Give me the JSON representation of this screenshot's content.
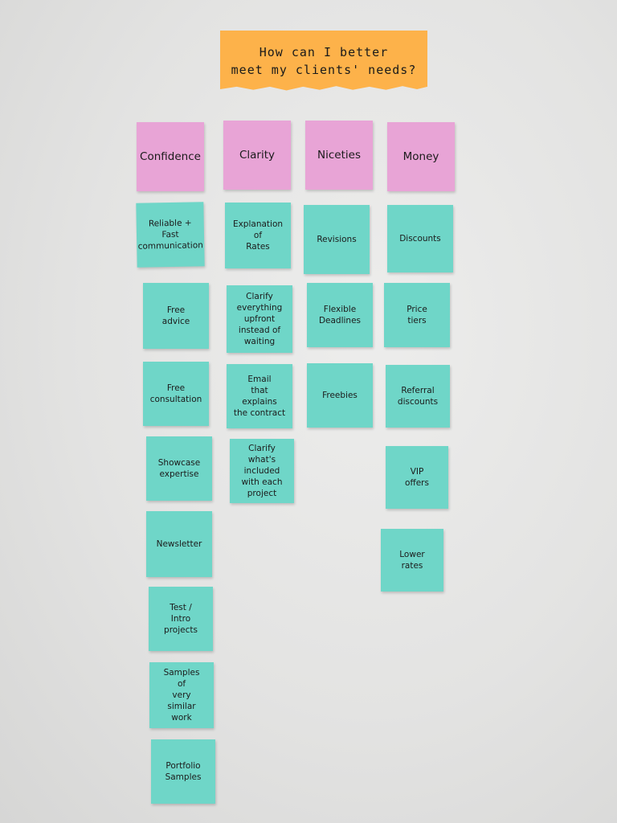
{
  "header": {
    "line1": "How can I better",
    "line2": "meet my clients' needs?"
  },
  "colors": {
    "header_note": "#fdb24a",
    "category_note": "#e8a4d6",
    "idea_note": "#6fd6c8",
    "wall": "#e3e3e2"
  },
  "columns": [
    {
      "category": "Confidence",
      "notes": [
        "Reliable +\nFast\ncommunication",
        "Free\nadvice",
        "Free\nconsultation",
        "Showcase\nexpertise",
        "Newsletter",
        "Test /\nIntro\nprojects",
        "Samples\nof\nvery\nsimilar\nwork",
        "Portfolio\nSamples"
      ]
    },
    {
      "category": "Clarity",
      "notes": [
        "Explanation\nof\nRates",
        "Clarify\neverything\nupfront\ninstead of\nwaiting",
        "Email\nthat\nexplains\nthe contract",
        "Clarify\nwhat's\nincluded\nwith each\nproject"
      ]
    },
    {
      "category": "Niceties",
      "notes": [
        "Revisions",
        "Flexible\nDeadlines",
        "Freebies"
      ]
    },
    {
      "category": "Money",
      "notes": [
        "Discounts",
        "Price\ntiers",
        "Referral\ndiscounts",
        "VIP\noffers",
        "Lower\nrates"
      ]
    }
  ]
}
